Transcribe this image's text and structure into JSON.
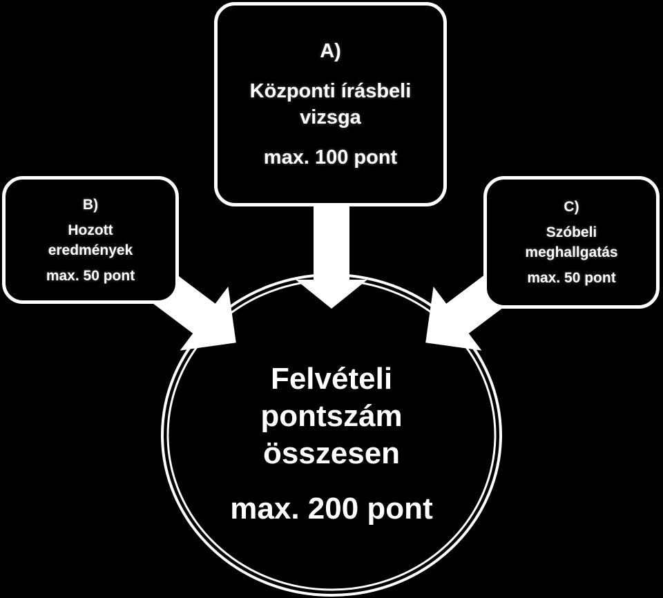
{
  "colors": {
    "background": "#000000",
    "foreground": "#ffffff"
  },
  "box_a": {
    "letter": "A)",
    "line1": "Központi írásbeli",
    "line2": "vizsga",
    "points": "max. 100 pont"
  },
  "box_b": {
    "letter": "B)",
    "line1": "Hozott",
    "line2": "eredmények",
    "points": "max. 50 pont"
  },
  "box_c": {
    "letter": "C)",
    "line1": "Szóbeli",
    "line2": "meghallgatás",
    "points": "max. 50 pont"
  },
  "center": {
    "line1": "Felvételi",
    "line2": "pontszám",
    "line3": "összesen",
    "points": "max. 200 pont"
  }
}
